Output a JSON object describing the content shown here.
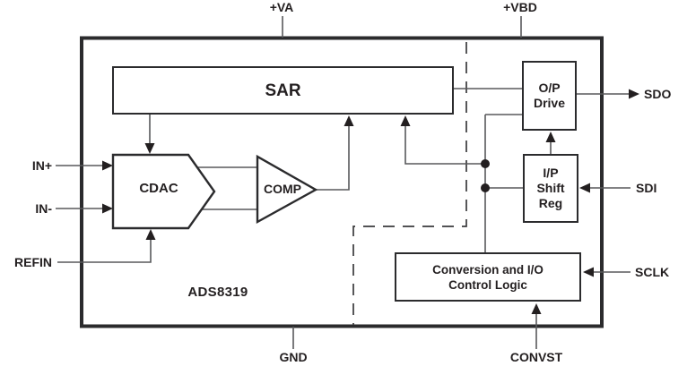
{
  "diagram": {
    "part_number": "ADS8319",
    "blocks": {
      "sar": {
        "label": "SAR"
      },
      "cdac": {
        "label": "CDAC"
      },
      "comp": {
        "label": "COMP"
      },
      "op_drive": {
        "line1": "O/P",
        "line2": "Drive"
      },
      "ip_shift_reg": {
        "line1": "I/P",
        "line2": "Shift",
        "line3": "Reg"
      },
      "control_logic": {
        "line1": "Conversion and I/O",
        "line2": "Control Logic"
      }
    },
    "pins": {
      "supply_analog": "+VA",
      "supply_digital": "+VBD",
      "ground": "GND",
      "convert_start": "CONVST",
      "input_positive": "IN+",
      "input_negative": "IN-",
      "reference_input": "REFIN",
      "serial_data_out": "SDO",
      "serial_data_in": "SDI",
      "serial_clock": "SCLK"
    },
    "colors": {
      "background": "#ffffff",
      "ink": "#231f20",
      "wire": "#58595b"
    }
  }
}
